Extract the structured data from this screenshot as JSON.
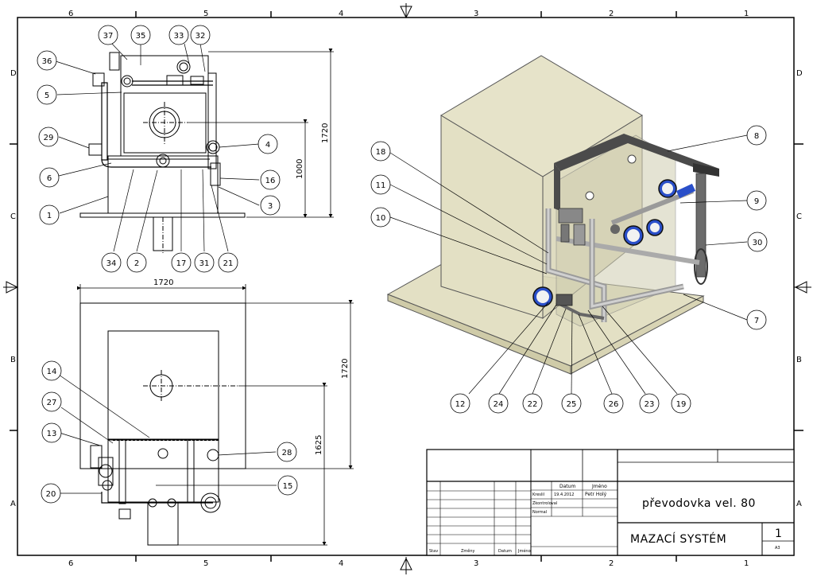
{
  "border": {
    "columns_top": [
      "6",
      "5",
      "4",
      "3",
      "2",
      "1"
    ],
    "columns_bottom": [
      "6",
      "5",
      "4",
      "3",
      "2",
      "1"
    ],
    "rows_left": [
      "D",
      "C",
      "B",
      "A"
    ],
    "rows_right": [
      "D",
      "C",
      "B",
      "A"
    ]
  },
  "front_view": {
    "balloons": [
      "37",
      "35",
      "33",
      "32",
      "36",
      "5",
      "29",
      "4",
      "6",
      "16",
      "3",
      "1",
      "34",
      "2",
      "17",
      "31",
      "21"
    ],
    "dimensions": [
      "1720",
      "1000"
    ]
  },
  "top_view": {
    "balloons": [
      "14",
      "27",
      "13",
      "28",
      "20",
      "15"
    ],
    "dimensions": [
      "1720",
      "1720",
      "1625"
    ]
  },
  "iso_view": {
    "balloons": [
      "8",
      "18",
      "11",
      "9",
      "10",
      "30",
      "7",
      "12",
      "24",
      "22",
      "25",
      "26",
      "23",
      "19"
    ]
  },
  "title_block": {
    "col_datum": "Datum",
    "col_jmeno": "Jméno",
    "row_kreslil": "Kreslil",
    "row_zkontroloval": "Zkontroloval",
    "row_normal": "Normal",
    "date": "19.4.2012",
    "author": "Petr Holý",
    "part_name": "převodovka vel. 80",
    "drawing_name": "MAZACÍ SYSTÉM",
    "sheet_number": "1",
    "sheet_format": "A3",
    "rev_headers": [
      "Stav",
      "Změny",
      "Datum",
      "Jméno"
    ]
  },
  "colors": {
    "tank": "#e3e0c4",
    "tank_dark": "#cfcba8",
    "frame": "#4b4b4b",
    "pipe": "#bdbdbd",
    "gauge": "#2a4fc9"
  }
}
